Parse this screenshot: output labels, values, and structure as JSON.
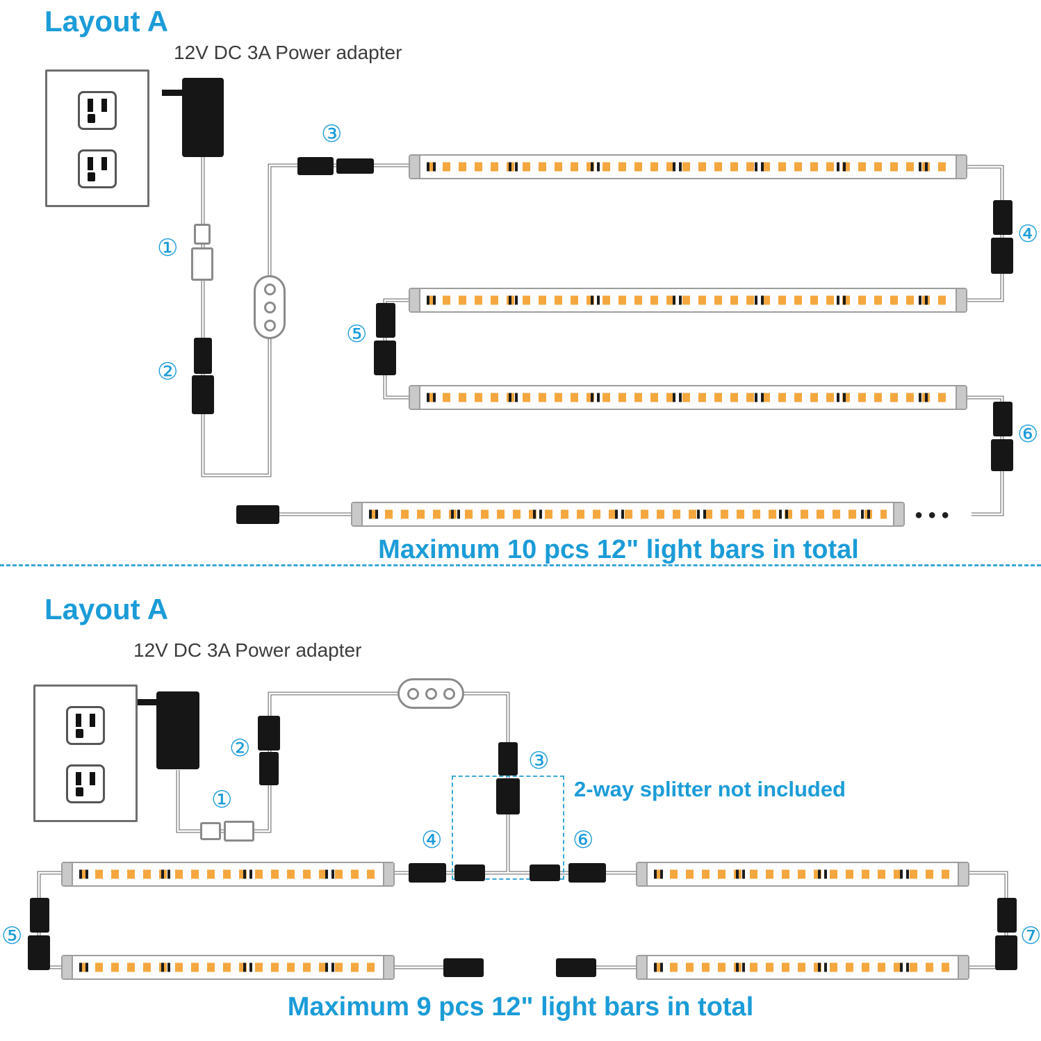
{
  "colors": {
    "accent": "#1B9CD8",
    "wire": "#7f7f7f",
    "led": "#F4A73E",
    "ink": "#3C3C3C"
  },
  "top": {
    "title": "Layout A",
    "adapter_label": "12V DC 3A Power adapter",
    "caption": "Maximum 10 pcs 12\" light bars in total",
    "markers": [
      "①",
      "②",
      "③",
      "④",
      "⑤",
      "⑥"
    ],
    "ellipsis": "●●●"
  },
  "bottom": {
    "title": "Layout A",
    "adapter_label": "12V DC 3A Power adapter",
    "splitter_note": "2-way splitter not included",
    "caption": "Maximum 9 pcs 12\" light bars in total",
    "markers": [
      "①",
      "②",
      "③",
      "④",
      "⑤",
      "⑥",
      "⑦"
    ]
  }
}
